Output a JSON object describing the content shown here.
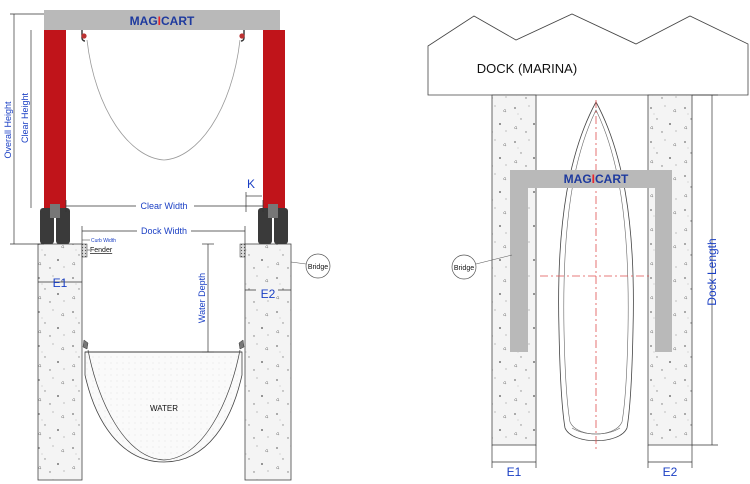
{
  "brand": {
    "part1": "MAG",
    "part2": "I",
    "part3": "CART",
    "color_main": "#1e3a9e",
    "color_accent": "#e8262b"
  },
  "front_view": {
    "overall_height": "Overall Height",
    "clear_height": "Clear Height",
    "clear_width": "Clear Width",
    "dock_width": "Dock Width",
    "k_label": "K",
    "curb_width": "Curb Width",
    "fender": "Fender",
    "bridge": "Bridge",
    "e1": "E1",
    "e2": "E2",
    "water_depth": "Water Depth",
    "water": "WATER"
  },
  "top_view": {
    "dock": "DOCK (MARINA)",
    "bridge": "Bridge",
    "dock_length": "Dock Length",
    "e1": "E1",
    "e2": "E2"
  },
  "colors": {
    "frame_red": "#c0141a",
    "beam_gray": "#b9b9b9",
    "wheel": "#3a3a3a",
    "dim_blue": "#1a3fc4"
  }
}
